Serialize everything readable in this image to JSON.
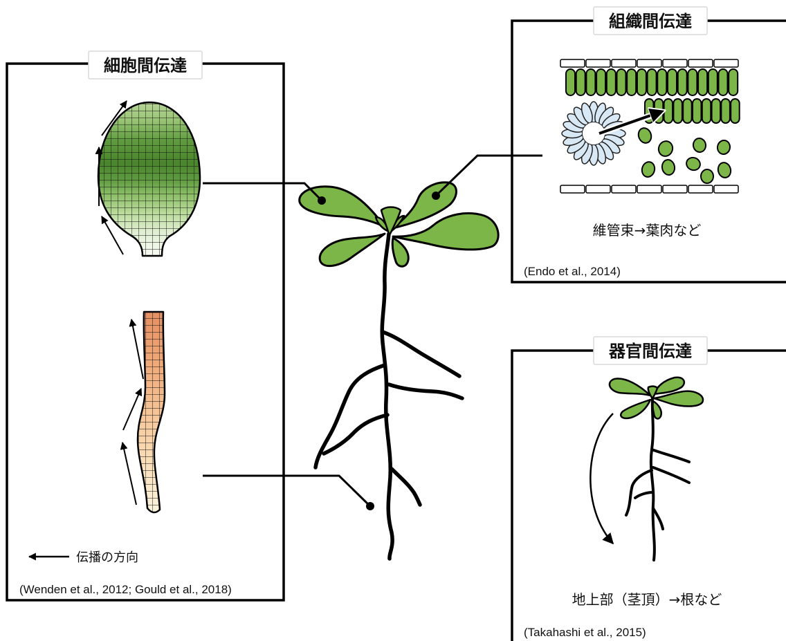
{
  "diagram": {
    "cell_panel": {
      "title": "細胞間伝達",
      "legend_label": "伝播の方向",
      "citation": "(Wenden et al., 2012; Gould et al., 2018)"
    },
    "tissue_panel": {
      "title": "組織間伝達",
      "caption": "維管束→葉肉など",
      "citation": "(Endo et al., 2014)"
    },
    "organ_panel": {
      "title": "器官間伝達",
      "caption": "地上部（茎頂）→根など",
      "citation": "(Takahashi et al., 2015)"
    }
  },
  "colors": {
    "leaf_green": "#7cb648",
    "vascular_blue": "#d8e8f5",
    "title_border": "#d9d9d9",
    "outline": "#000000"
  }
}
